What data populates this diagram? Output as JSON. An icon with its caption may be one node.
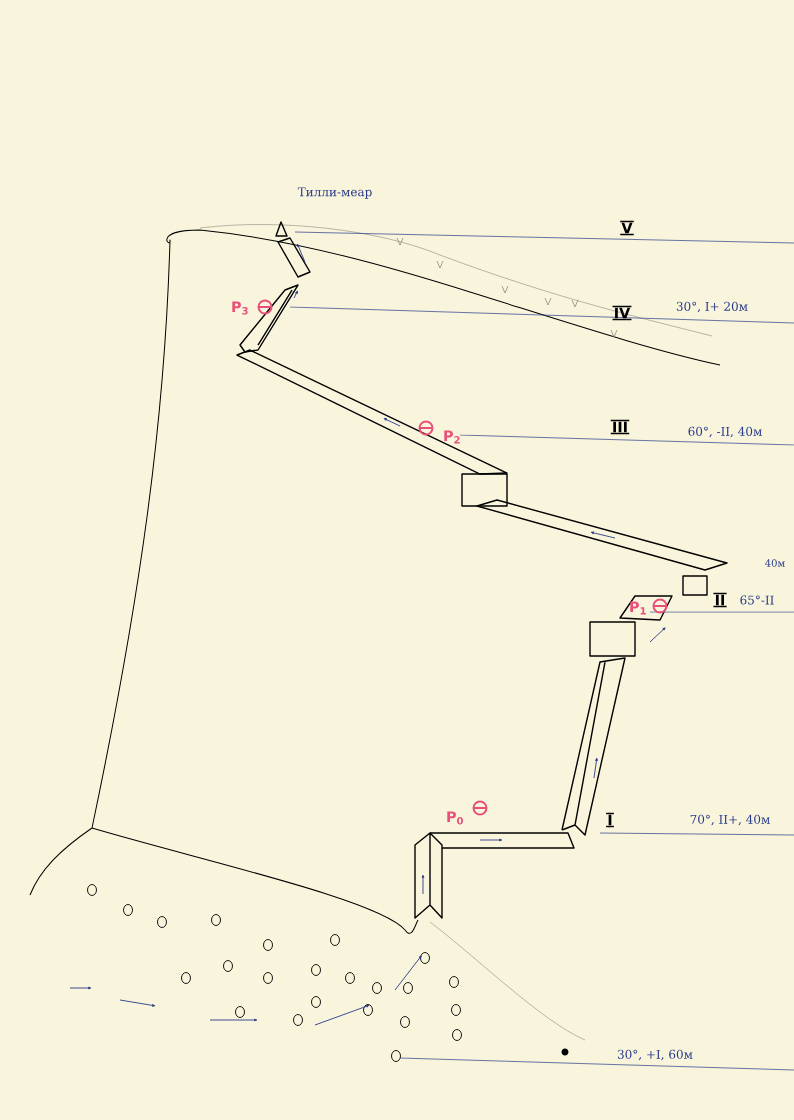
{
  "diagram": {
    "labels": [
      "Тилли-меар",
      "V",
      "Р$_{3}$",
      "IV",
      "30°, I+ 20м",
      "Р$_{2}$",
      "III",
      "60°, -II, 40м",
      "40м",
      "Р$_{1}$",
      "II",
      "65°-II",
      "Р$_{0}$",
      "I",
      "70°, II+, 40м",
      "30°, +I, 60м"
    ]
  }
}
